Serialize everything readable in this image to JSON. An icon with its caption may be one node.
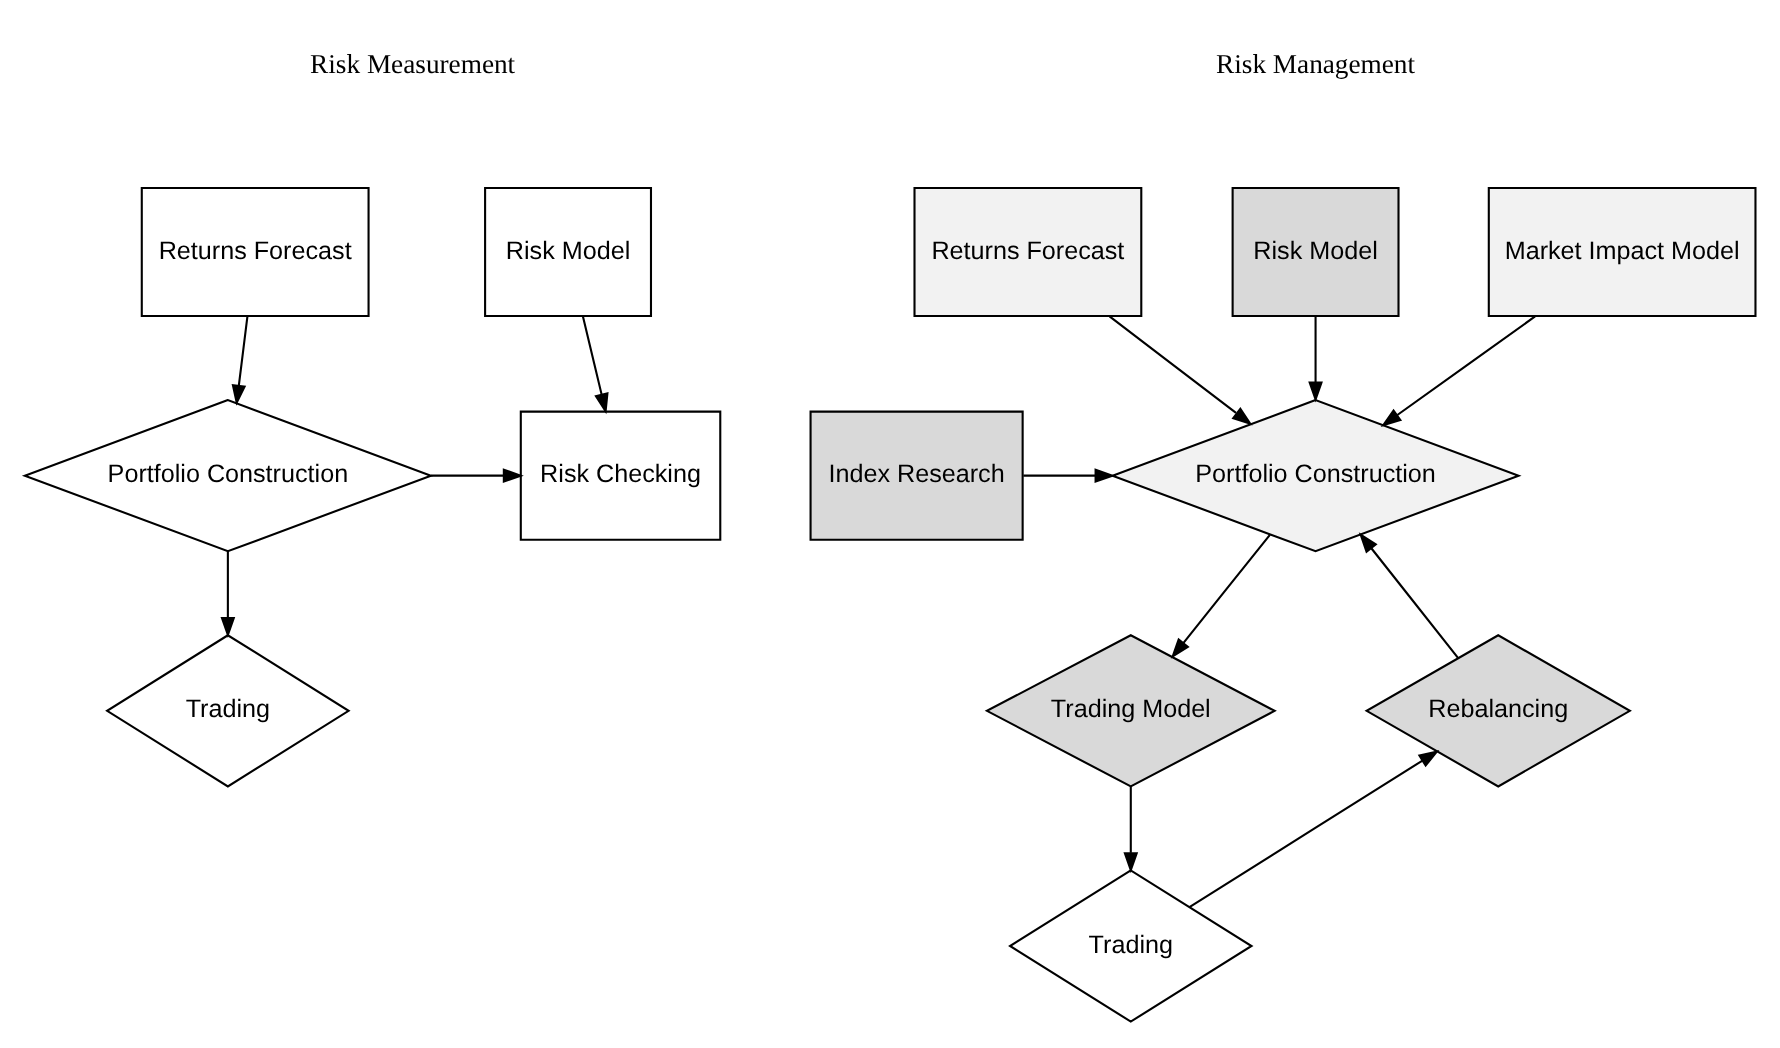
{
  "diagram": {
    "nodes": [
      {
        "text": [
          "Returns Forecast"
        ]
      },
      {
        "text": [
          "Risk Model"
        ]
      },
      {
        "text": [
          "Portfolio Construction"
        ]
      },
      {
        "text": [
          "Risk Checking"
        ]
      },
      {
        "text": [
          "Trading"
        ]
      },
      {
        "text": [
          "Returns Forecast"
        ]
      },
      {
        "text": [
          "Risk Model"
        ]
      },
      {
        "text": [
          "Market Impact Model"
        ]
      },
      {
        "text": [
          "Index Research"
        ]
      },
      {
        "text": [
          "Portfolio Construction"
        ]
      },
      {
        "text": [
          "Trading Model"
        ]
      },
      {
        "text": [
          "Rebalancing"
        ]
      },
      {
        "text": [
          "Trading"
        ]
      }
    ],
    "edges": [
      {
        "from": 0,
        "to": 2,
        "arrow": "to"
      },
      {
        "from": 1,
        "to": 3,
        "arrow": "to"
      },
      {
        "from": 2,
        "to": 3,
        "arrow": "to"
      },
      {
        "from": 2,
        "to": 4,
        "arrow": "to"
      },
      {
        "from": 5,
        "to": 9,
        "arrow": "to"
      },
      {
        "from": 6,
        "to": 9,
        "arrow": "to"
      },
      {
        "from": 7,
        "to": 9,
        "arrow": "to"
      },
      {
        "from": 8,
        "to": 9,
        "arrow": "to"
      },
      {
        "from": 9,
        "to": 10,
        "arrow": "to"
      },
      {
        "from": 10,
        "to": 12,
        "arrow": "to"
      },
      {
        "from": 12,
        "to": 11,
        "arrow": "to"
      },
      {
        "from": 11,
        "to": 9,
        "arrow": "to"
      }
    ],
    "labels": [
      "Risk Measurement",
      "Risk Management"
    ]
  }
}
